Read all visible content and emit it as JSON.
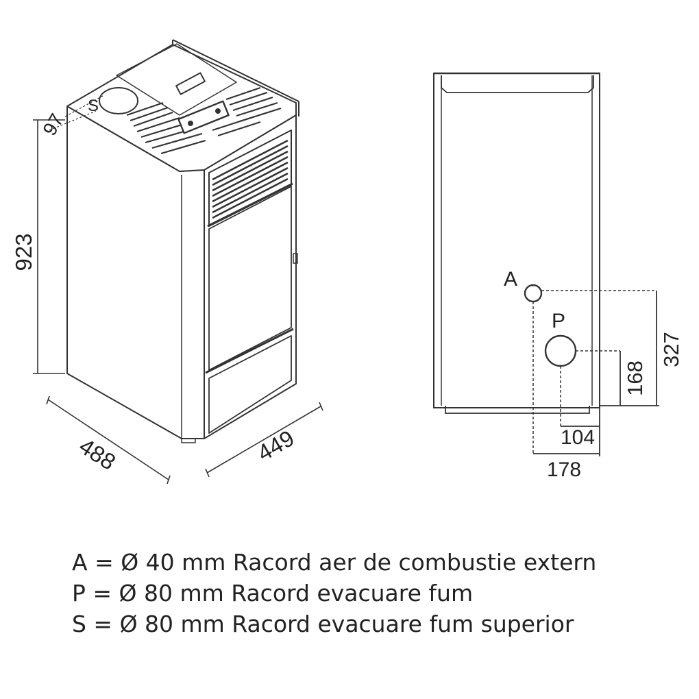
{
  "diagram": {
    "labels": {
      "connector_s": "S",
      "connector_a": "A",
      "connector_p": "P"
    },
    "dimensions": {
      "offset_s": "97",
      "height": "923",
      "depth": "488",
      "width": "449",
      "a_height": "327",
      "p_height": "168",
      "p_offset": "104",
      "a_offset": "178"
    }
  },
  "legend": [
    "A = Ø 40 mm Racord aer de combustie extern",
    "P = Ø 80 mm Racord evacuare fum",
    "S = Ø 80 mm Racord evacuare fum superior"
  ]
}
